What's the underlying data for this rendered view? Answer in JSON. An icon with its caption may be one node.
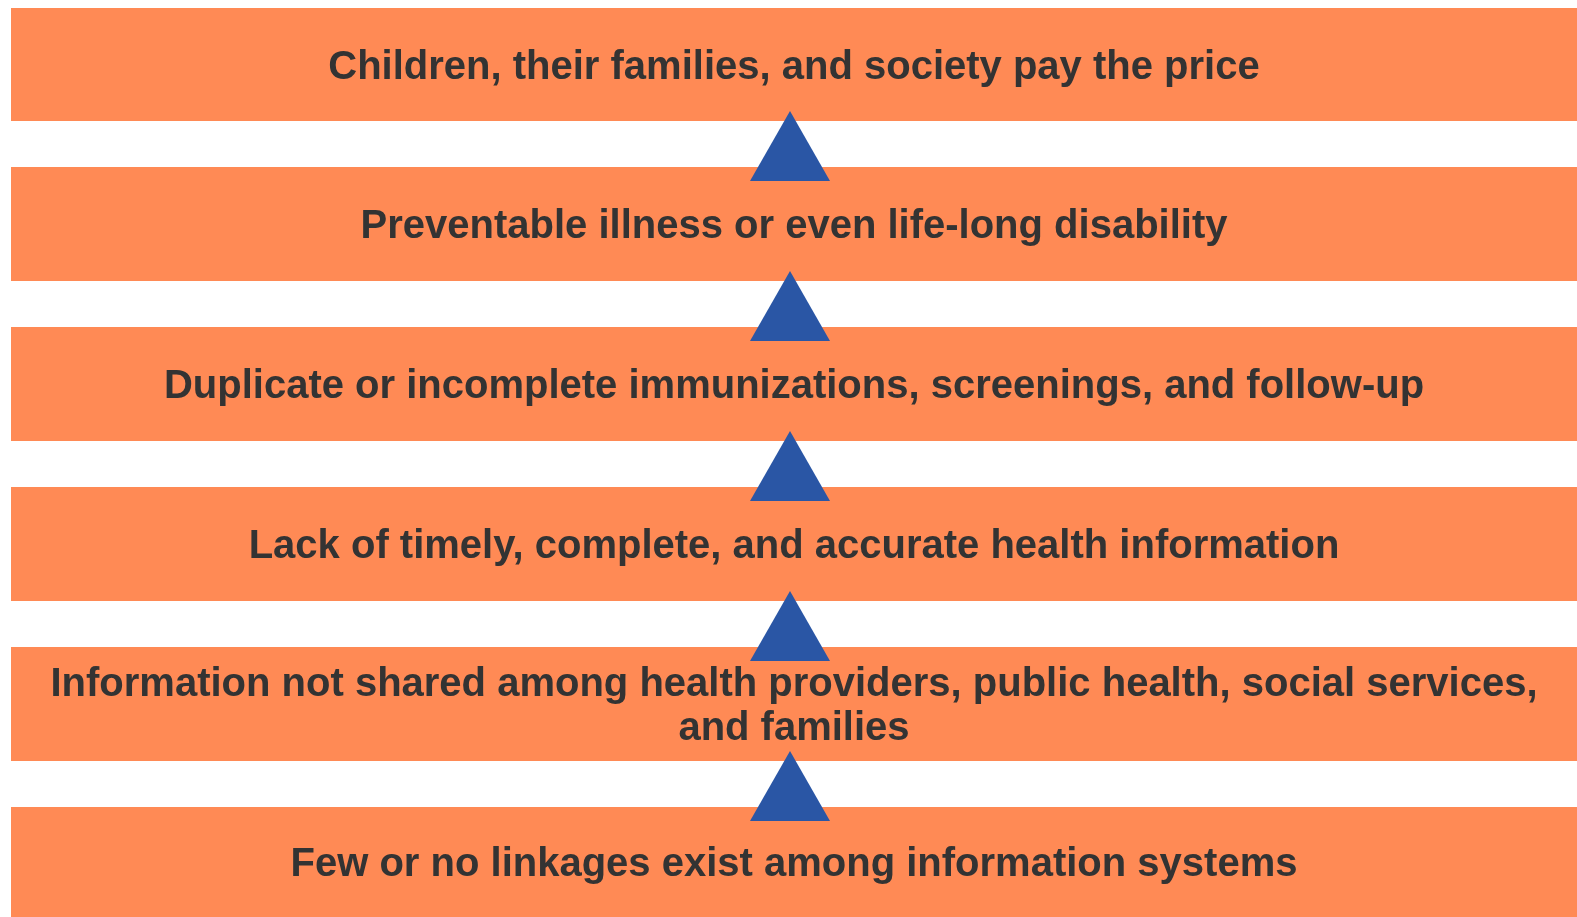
{
  "diagram": {
    "nodes": [
      {
        "text": [
          "Children, their families, and society pay the price"
        ]
      },
      {
        "text": [
          "Preventable illness or even life-long disability"
        ]
      },
      {
        "text": [
          "Duplicate or incomplete immunizations, screenings, and follow-up"
        ]
      },
      {
        "text": [
          "Lack of timely, complete, and accurate health information"
        ]
      },
      {
        "text": [
          "Information not shared among health providers, public health, social services, and families"
        ]
      },
      {
        "text": [
          "Few or no linkages exist among information systems"
        ]
      }
    ],
    "edges": [
      {
        "from": 1,
        "to": 0,
        "arrow": "to"
      },
      {
        "from": 2,
        "to": 1,
        "arrow": "to"
      },
      {
        "from": 3,
        "to": 2,
        "arrow": "to"
      },
      {
        "from": 4,
        "to": 3,
        "arrow": "to"
      },
      {
        "from": 5,
        "to": 4,
        "arrow": "to"
      }
    ]
  }
}
